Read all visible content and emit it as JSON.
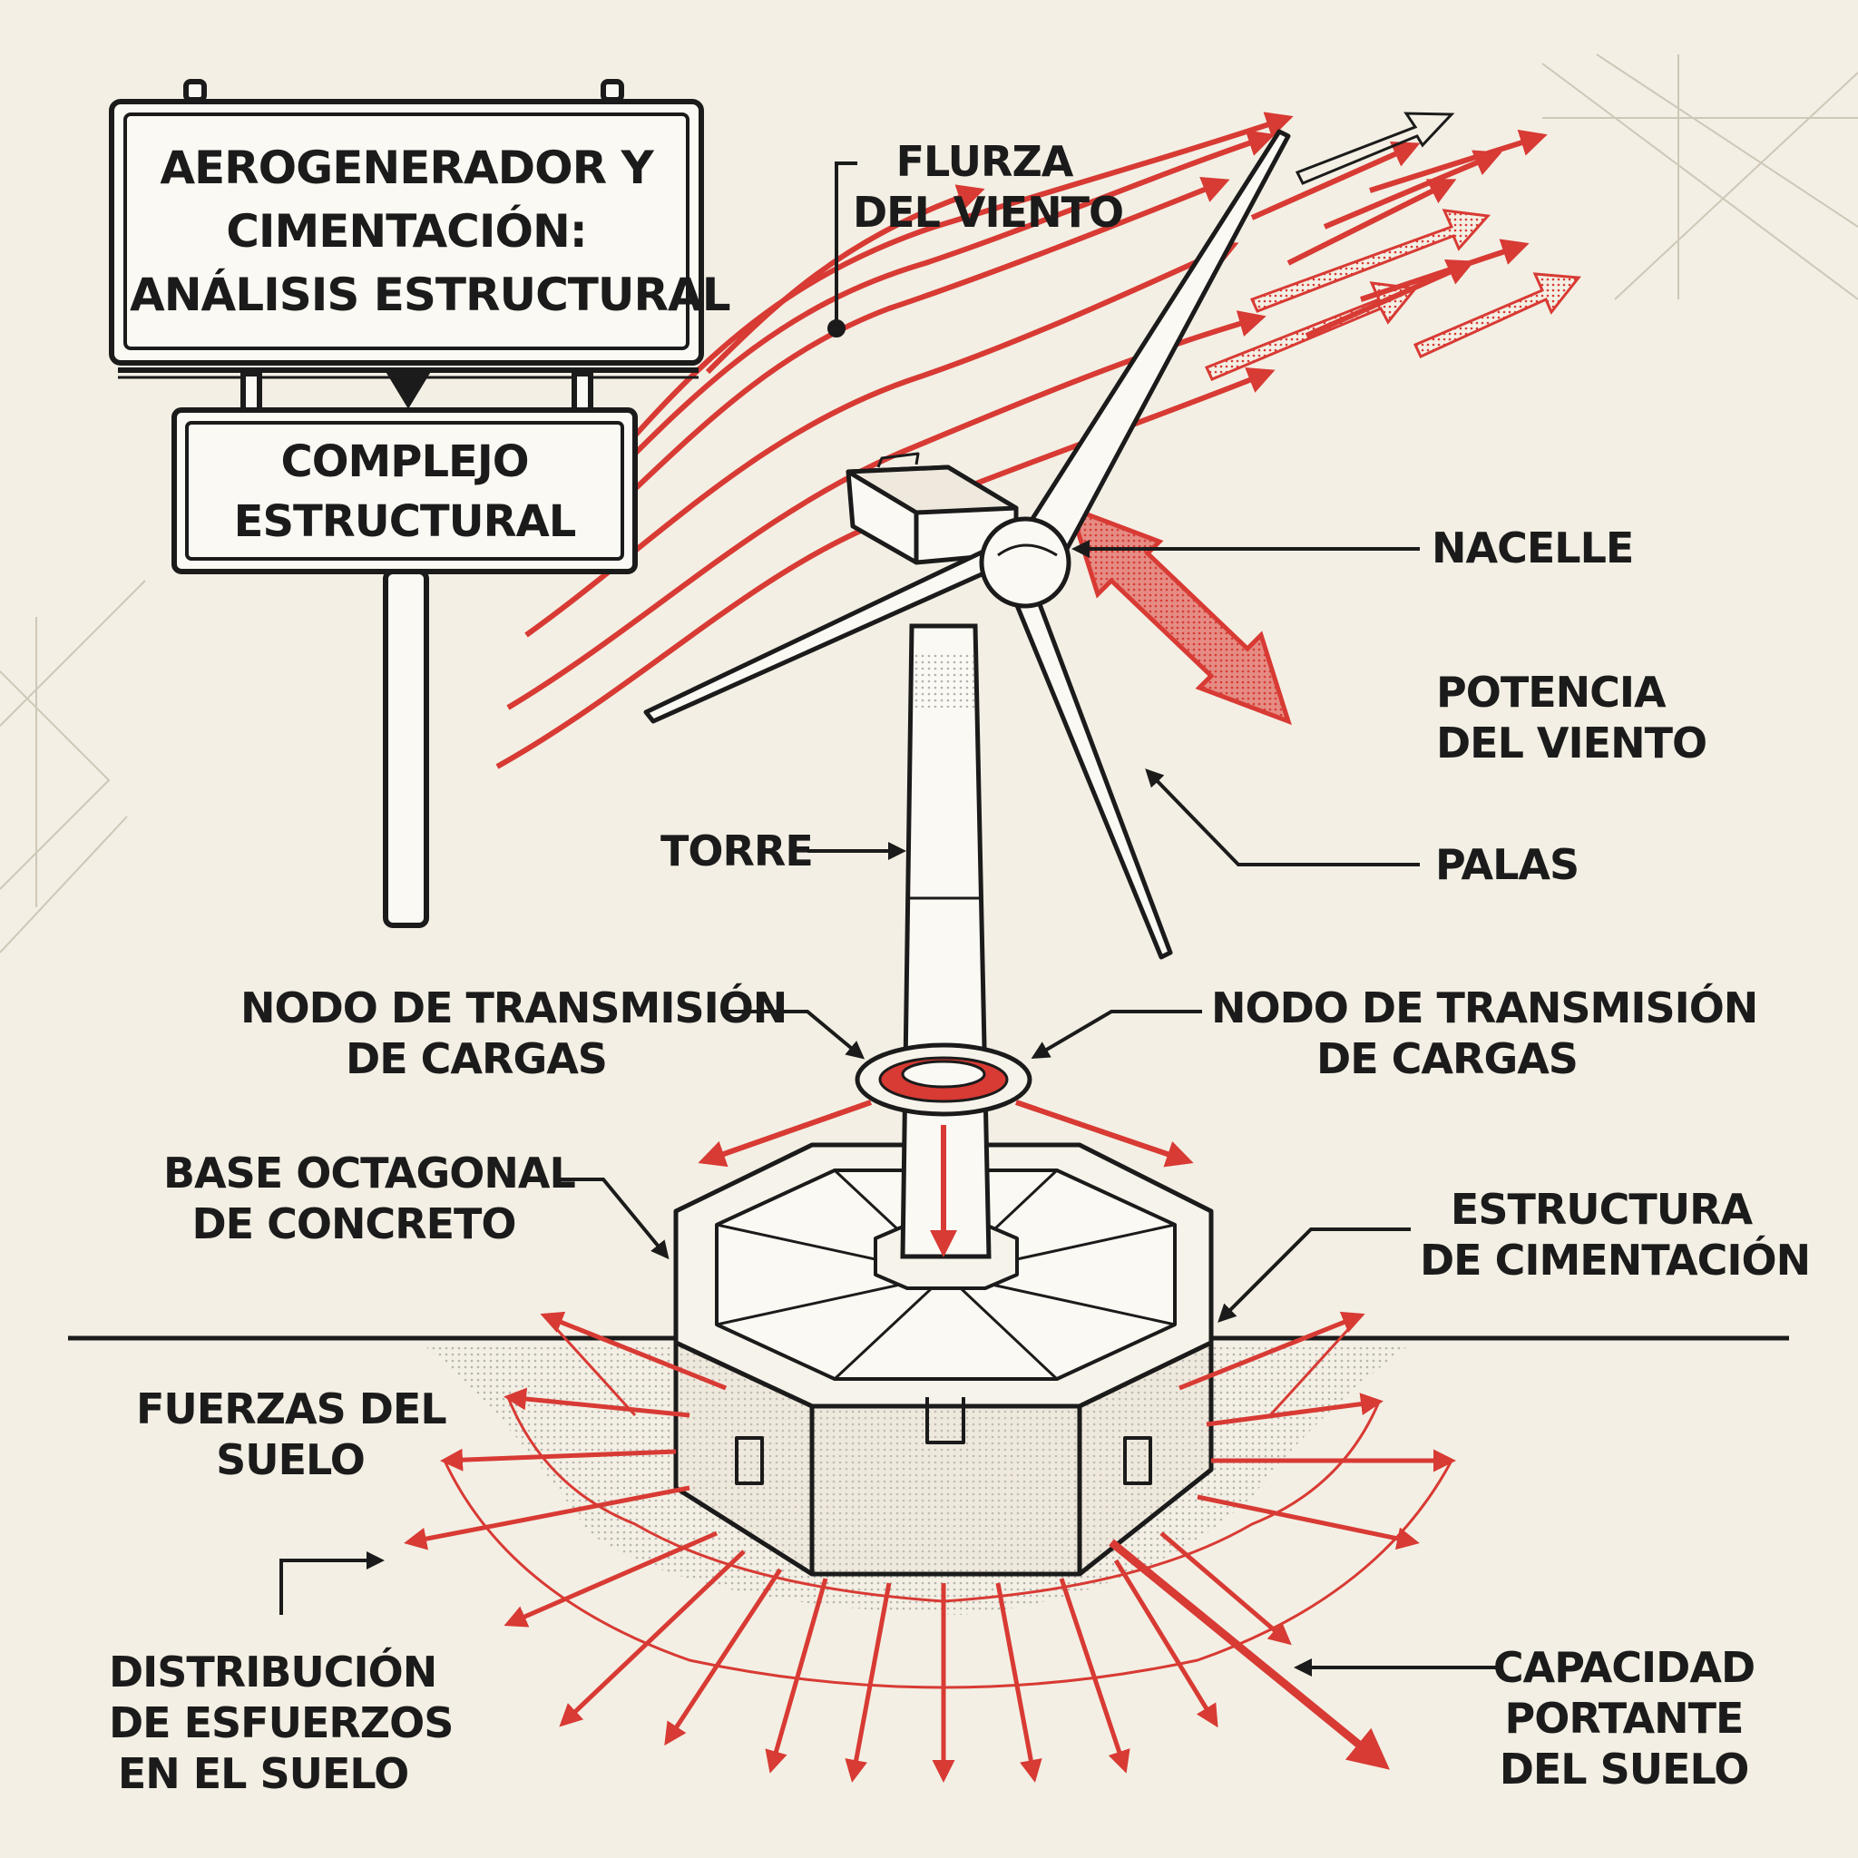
{
  "title_sign": {
    "lines": [
      "AEROGENERADOR Y",
      "CIMENTACIÓN:",
      "ANÁLISIS ESTRUCTURAL"
    ]
  },
  "subtitle_sign": {
    "lines": [
      "COMPLEJO",
      "ESTRUCTURAL"
    ]
  },
  "labels": {
    "wind_force": [
      "FLURZA",
      "DEL VIENTO"
    ],
    "nacelle": [
      "NACELLE"
    ],
    "wind_power": [
      "POTENCIA",
      "DEL VIENTO"
    ],
    "tower": [
      "TORRE"
    ],
    "blades": [
      "PALAS"
    ],
    "load_node_left": [
      "NODO DE TRANSMISIÓN",
      "DE CARGAS"
    ],
    "load_node_right": [
      "NODO DE TRANSMISIÓN",
      "DE CARGAS"
    ],
    "octagonal_base": [
      "BASE OCTAGONAL",
      "DE CONCRETO"
    ],
    "foundation_structure": [
      "ESTRUCTURA",
      "DE CIMENTACIÓN"
    ],
    "soil_forces": [
      "FUERZAS DEL",
      "SUELO"
    ],
    "stress_distribution": [
      "DISTRIBUCIÓN",
      "DE ESFUERZOS",
      "EN EL SUELO"
    ],
    "bearing_capacity": [
      "CAPACIDAD",
      "PORTANTE",
      "DEL SUELO"
    ]
  },
  "colors": {
    "background": "#f3efe4",
    "ink": "#1b1b1b",
    "accent_red": "#d83a34"
  }
}
